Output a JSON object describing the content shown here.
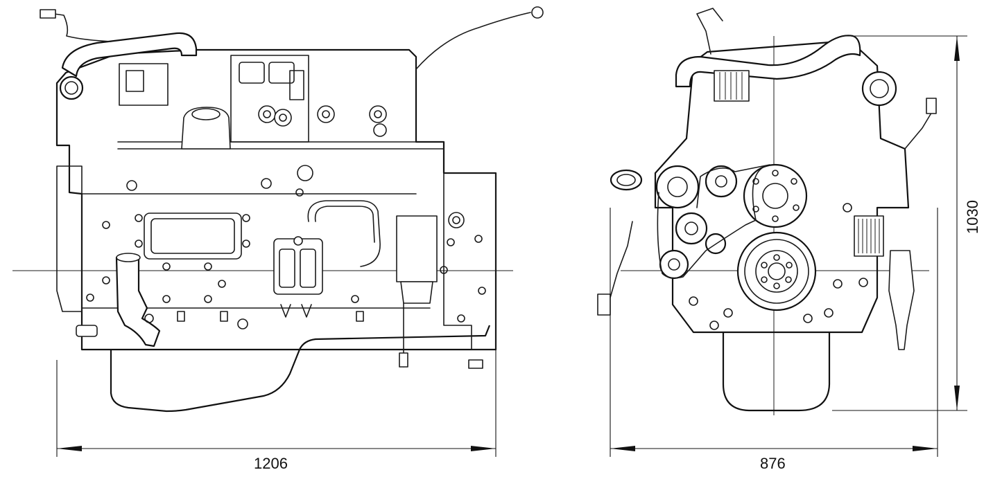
{
  "dimensions": {
    "side_view_length": "1206",
    "front_view_width": "876",
    "front_view_height": "1030"
  },
  "colors": {
    "line": "#1a1a1a",
    "background": "#ffffff"
  }
}
